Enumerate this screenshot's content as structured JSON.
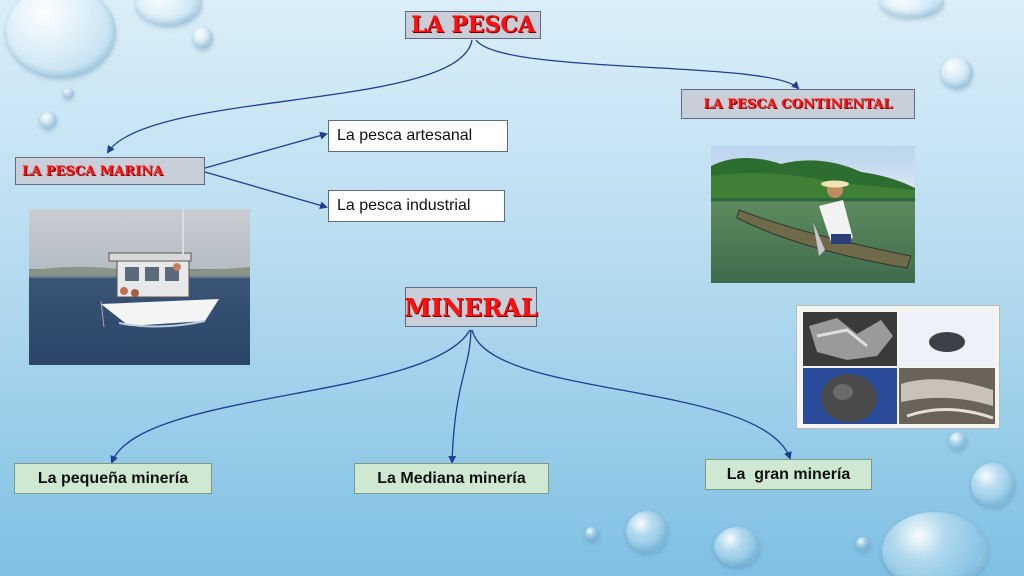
{
  "nodes": {
    "la_pesca": "La pesca",
    "pesca_continental": "La pesca continental",
    "pesca_marina": "La pesca marina",
    "pesca_artesanal": "La pesca artesanal",
    "pesca_industrial": "La pesca industrial",
    "mineral": "Mineral",
    "pequena_mineria": "La pequeña minería",
    "mediana_mineria": "La Mediana minería",
    "gran_mineria": "La  gran minería"
  },
  "colors": {
    "title_text": "#ff1010",
    "connector": "#1f3f8f",
    "node_fill": "#c9cfd8",
    "green_fill": "#cfe8d2"
  }
}
